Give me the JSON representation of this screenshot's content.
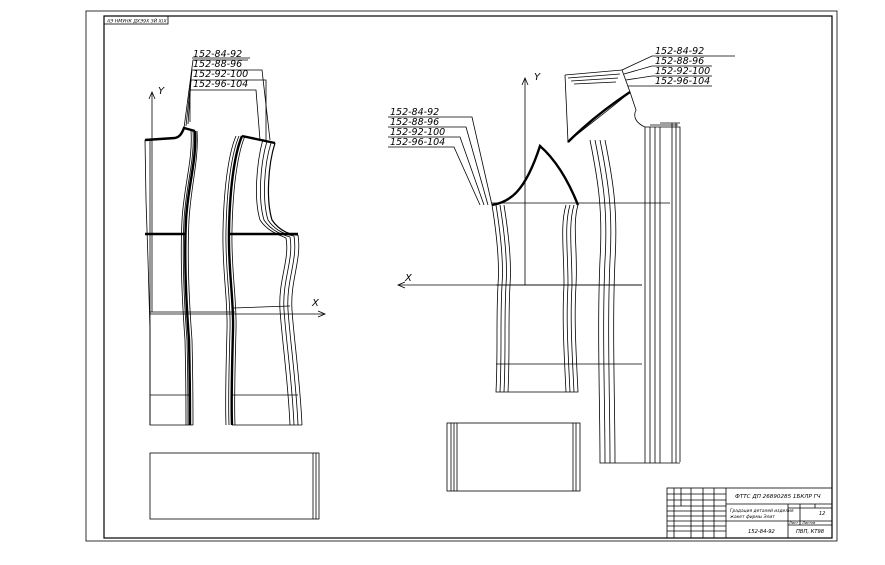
{
  "stamp_top": "АЭ НМУНК ДХЭ9Х ЗЙ Х)Х",
  "size_labels_left": [
    "152-84-92",
    "152-88-96",
    "152-92-100",
    "152-96-104"
  ],
  "size_labels_right_upper": [
    "152-84-92",
    "152-88-96",
    "152-92-100",
    "152-96-104"
  ],
  "size_labels_right_lower": [
    "152-84-92",
    "152-88-96",
    "152-92-100",
    "152-96-104"
  ],
  "axis_y_left": "Y",
  "axis_x_left": "X",
  "axis_y_right": "Y",
  "axis_x_right": "X",
  "title_block": {
    "doc_code": "ФТТС ДП 26890285 1БКЛР ГЧ",
    "description_line1": "Градация деталей изделия",
    "description_line2": "жакет фирмы Элит",
    "sheet_label": "Лист",
    "sheets_label": "Листов",
    "sheet_no": "12",
    "size_code": "152-84-92",
    "group": "ПВП, КТ98"
  }
}
